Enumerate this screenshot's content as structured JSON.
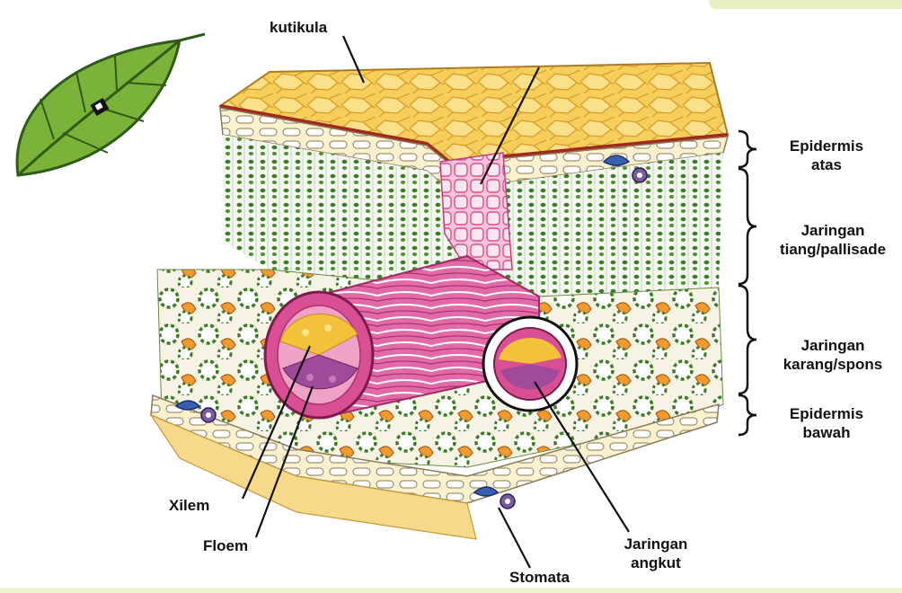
{
  "labels": {
    "kutikula": "kutikula",
    "epidermis_atas": [
      "Epidermis",
      "atas"
    ],
    "palisade": [
      "Jaringan",
      "tiang/pallisade"
    ],
    "spons": [
      "Jaringan",
      "karang/spons"
    ],
    "epidermis_bawah": [
      "Epidermis",
      "bawah"
    ],
    "xilem": "Xilem",
    "floem": "Floem",
    "stomata": "Stomata",
    "jaringan_angkut": [
      "Jaringan",
      "angkut"
    ]
  },
  "colors": {
    "cuticle": "#f2c14a",
    "epidermis": "#f7e6b0",
    "palisade_chloroplast": "#3d7a2a",
    "spongy_cell": "#f29a2e",
    "vein": "#e0559a",
    "xylem": "#f3c23a",
    "phloem": "#a04a9a",
    "guard_cell": "#3a5fb0",
    "leaf": "#7ab23a"
  }
}
